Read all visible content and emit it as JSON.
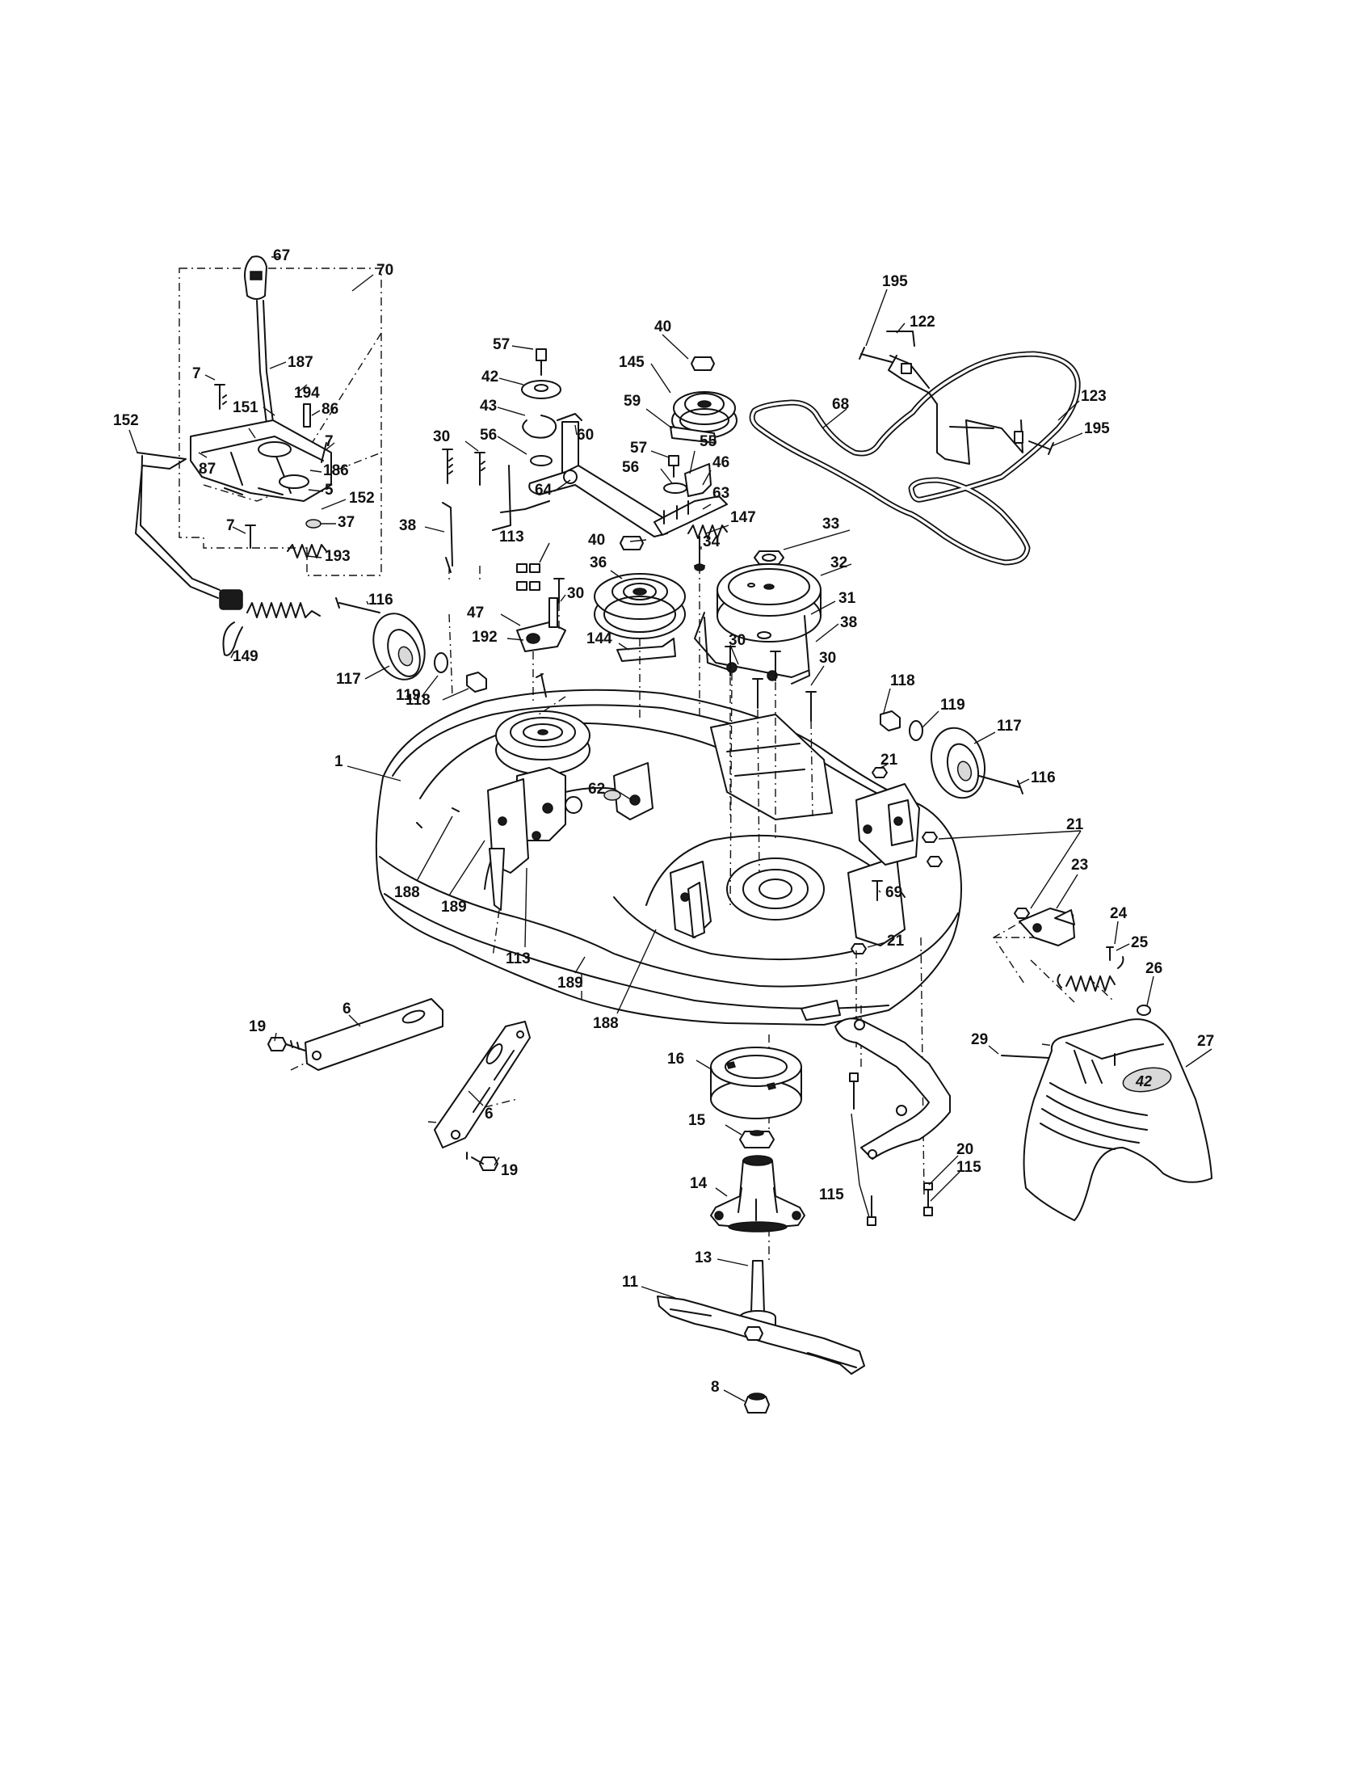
{
  "labels": {
    "l67": "67",
    "l70": "70",
    "l187": "187",
    "l7a": "7",
    "l194": "194",
    "l151": "151",
    "l86": "86",
    "l7b": "7",
    "l87": "87",
    "l186": "186",
    "l5": "5",
    "l152a": "152",
    "l152b": "152",
    "l37": "37",
    "l7c": "7",
    "l193": "193",
    "l149": "149",
    "l57a": "57",
    "l42": "42",
    "l43": "43",
    "l56a": "56",
    "l60": "60",
    "l30a": "30",
    "l64": "64",
    "l38a": "38",
    "l113a": "113",
    "l30b": "30",
    "l47": "47",
    "l192": "192",
    "l116a": "116",
    "l117a": "117",
    "l119a": "119",
    "l118a": "118",
    "l40a": "40",
    "l145": "145",
    "l59": "59",
    "l57b": "57",
    "l55": "55",
    "l46": "46",
    "l56b": "56",
    "l63": "63",
    "l147": "147",
    "l40b": "40",
    "l34": "34",
    "l36": "36",
    "l144": "144",
    "l33": "33",
    "l32": "32",
    "l31": "31",
    "l38b": "38",
    "l30c": "30",
    "l30d": "30",
    "l195a": "195",
    "l122": "122",
    "l68": "68",
    "l123": "123",
    "l195b": "195",
    "l118b": "118",
    "l119b": "119",
    "l117b": "117",
    "l21a": "21",
    "l116b": "116",
    "l1": "1",
    "l62": "62",
    "l188a": "188",
    "l189a": "189",
    "l113b": "113",
    "l69": "69",
    "l21b": "21",
    "l21c": "21",
    "l23": "23",
    "l24": "24",
    "l25": "25",
    "l26": "26",
    "l189b": "189",
    "l188b": "188",
    "l6a": "6",
    "l19a": "19",
    "l6b": "6",
    "l19b": "19",
    "l16": "16",
    "l15": "15",
    "l14": "14",
    "l13": "13",
    "l11": "11",
    "l8": "8",
    "l29": "29",
    "l27": "27",
    "l20": "20",
    "l115a": "115",
    "l115b": "115"
  },
  "chute_marking": "42"
}
